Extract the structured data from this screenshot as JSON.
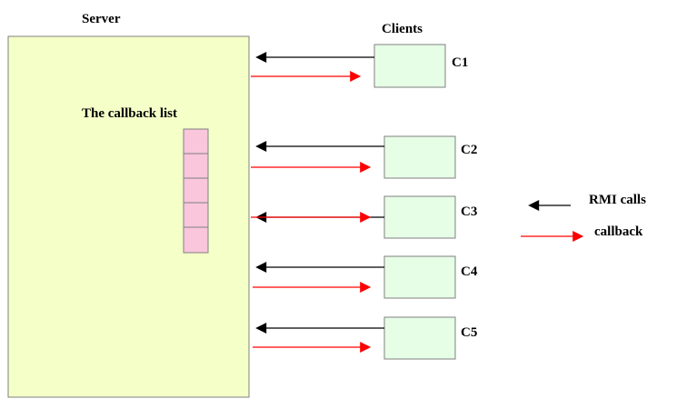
{
  "server": {
    "label": "Server",
    "callback_list_label": "The callback list",
    "callback_list_slots": 5
  },
  "clients": {
    "heading": "Clients",
    "items": [
      {
        "label": "C1"
      },
      {
        "label": "C2"
      },
      {
        "label": "C3"
      },
      {
        "label": "C4"
      },
      {
        "label": "C5"
      }
    ]
  },
  "legend": {
    "rmi_calls": "RMI calls",
    "callback": "callback"
  },
  "colors": {
    "server_fill": "#f5ffc8",
    "client_fill": "#e6fde6",
    "list_fill": "#f9c6dc",
    "rmi_arrow": "#000000",
    "callback_arrow": "#ff0000"
  }
}
